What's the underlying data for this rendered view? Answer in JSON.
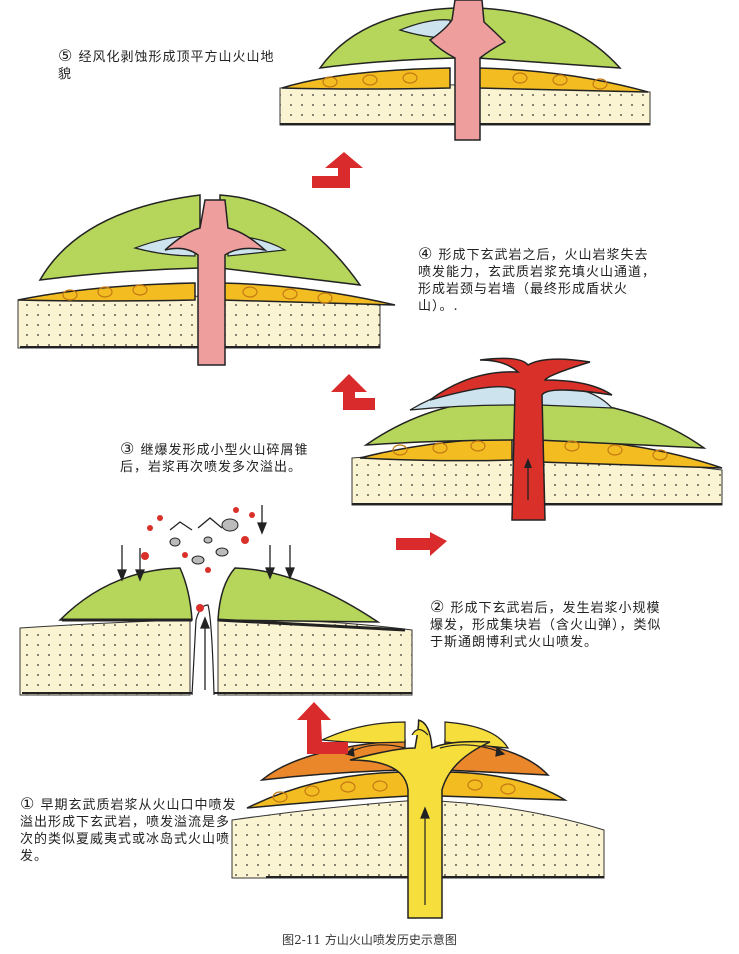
{
  "steps": [
    {
      "num": "①",
      "text": "早期玄武质岩浆从火山口中喷发溢出形成下玄武岩，喷发溢流是多次的类似夏威夷式或冰岛式火山喷发。"
    },
    {
      "num": "②",
      "text": "形成下玄武岩后，发生岩浆小规模爆发，形成集块岩（含火山弹），类似于斯通朗博利式火山喷发。"
    },
    {
      "num": "③",
      "text": "继爆发形成小型火山碎屑锥后，岩浆再次喷发多次溢出。"
    },
    {
      "num": "④",
      "text": "形成下玄武岩之后，火山岩浆失去喷发能力，玄武质岩浆充填火山通道，形成岩颈与岩墙（最终形成盾状火山）。."
    },
    {
      "num": "⑤",
      "text": "经风化剥蚀形成顶平方山火山地貌"
    }
  ],
  "figure_caption": "图2-11 方山火山喷发历史示意图",
  "colors": {
    "sediment": "#fbf4d2",
    "lower_basalt": "#f3bd22",
    "lava_yellow": "#f6de3c",
    "lava_orange": "#e9872a",
    "green_basalt": "#b5d65a",
    "cinder_cone": "#cde4ee",
    "magma_red": "#d93129",
    "neck_pink": "#ef9e9e",
    "arrow": "#d92b2b",
    "outline": "#222222"
  },
  "icons": [
    "red-arrow-icon",
    "volcano-cross-section"
  ]
}
